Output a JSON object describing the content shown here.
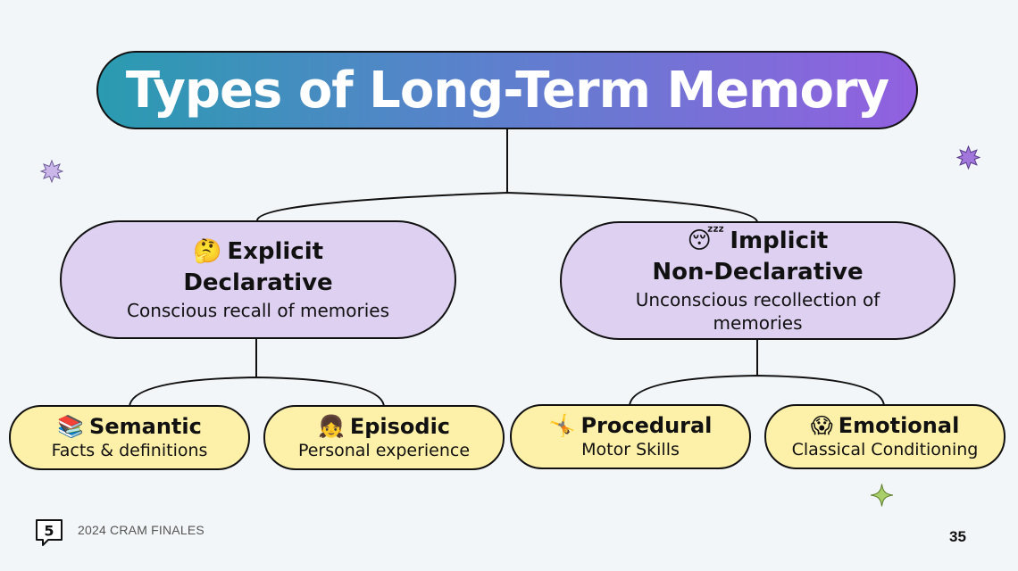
{
  "title": "Types of Long-Term Memory",
  "explicit": {
    "emoji": "🤔",
    "label": "Explicit",
    "alt_label": "Declarative",
    "description": "Conscious recall of memories"
  },
  "implicit": {
    "emoji": "😴",
    "label": "Implicit",
    "alt_label": "Non-Declarative",
    "description": "Unconscious recollection of memories"
  },
  "semantic": {
    "emoji": "📚",
    "label": "Semantic",
    "description": "Facts & definitions"
  },
  "episodic": {
    "emoji": "👧",
    "label": "Episodic",
    "description": "Personal experience"
  },
  "procedural": {
    "emoji": "🤸",
    "label": "Procedural",
    "description": "Motor Skills"
  },
  "emotional": {
    "emoji": "😱",
    "label": "Emotional",
    "description": "Classical Conditioning"
  },
  "footer": {
    "logo_text": "5",
    "label": "2024 CRAM FINALES",
    "page_number": "35"
  },
  "colors": {
    "title_gradient_start": "#2a9bb0",
    "title_gradient_end": "#9260e0",
    "level1_fill": "#ddd0f0",
    "level2_fill": "#fdf0a8",
    "background": "#f2f6f8"
  }
}
